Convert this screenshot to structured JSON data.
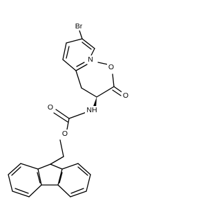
{
  "molecule": {
    "atoms": {
      "bromine": "Br",
      "pyridine_nitrogen": "N",
      "ester_carbonyl_oxygen": "O",
      "ester_ether_oxygen": "O",
      "amide_nitrogen": "NH",
      "carbamate_carbonyl_oxygen": "O",
      "carbamate_ether_oxygen": "O"
    },
    "colors": {
      "bonds": "#000000",
      "labels": "#000000",
      "background": "#ffffff"
    }
  }
}
